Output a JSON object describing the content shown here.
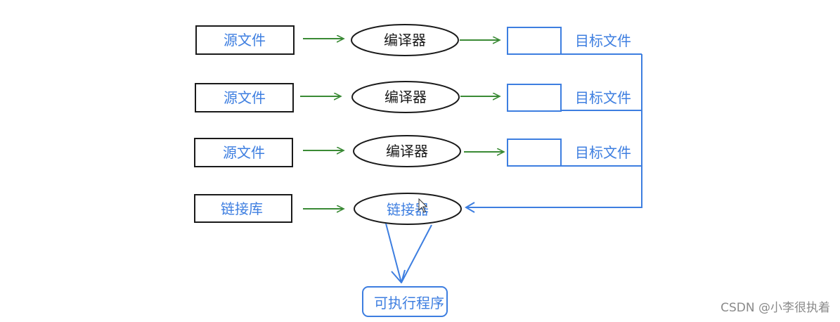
{
  "diagram": {
    "rows": [
      {
        "source": "源文件",
        "process": "编译器",
        "output": "目标文件"
      },
      {
        "source": "源文件",
        "process": "编译器",
        "output": "目标文件"
      },
      {
        "source": "源文件",
        "process": "编译器",
        "output": "目标文件"
      }
    ],
    "linker_row": {
      "source": "链接库",
      "process": "链接器"
    },
    "result": "可执行程序",
    "colors": {
      "box_border": "#1a1a1a",
      "blue": "#3d7ee0",
      "arrow_green": "#3a8a35"
    }
  },
  "watermark": "CSDN @小李很执着"
}
